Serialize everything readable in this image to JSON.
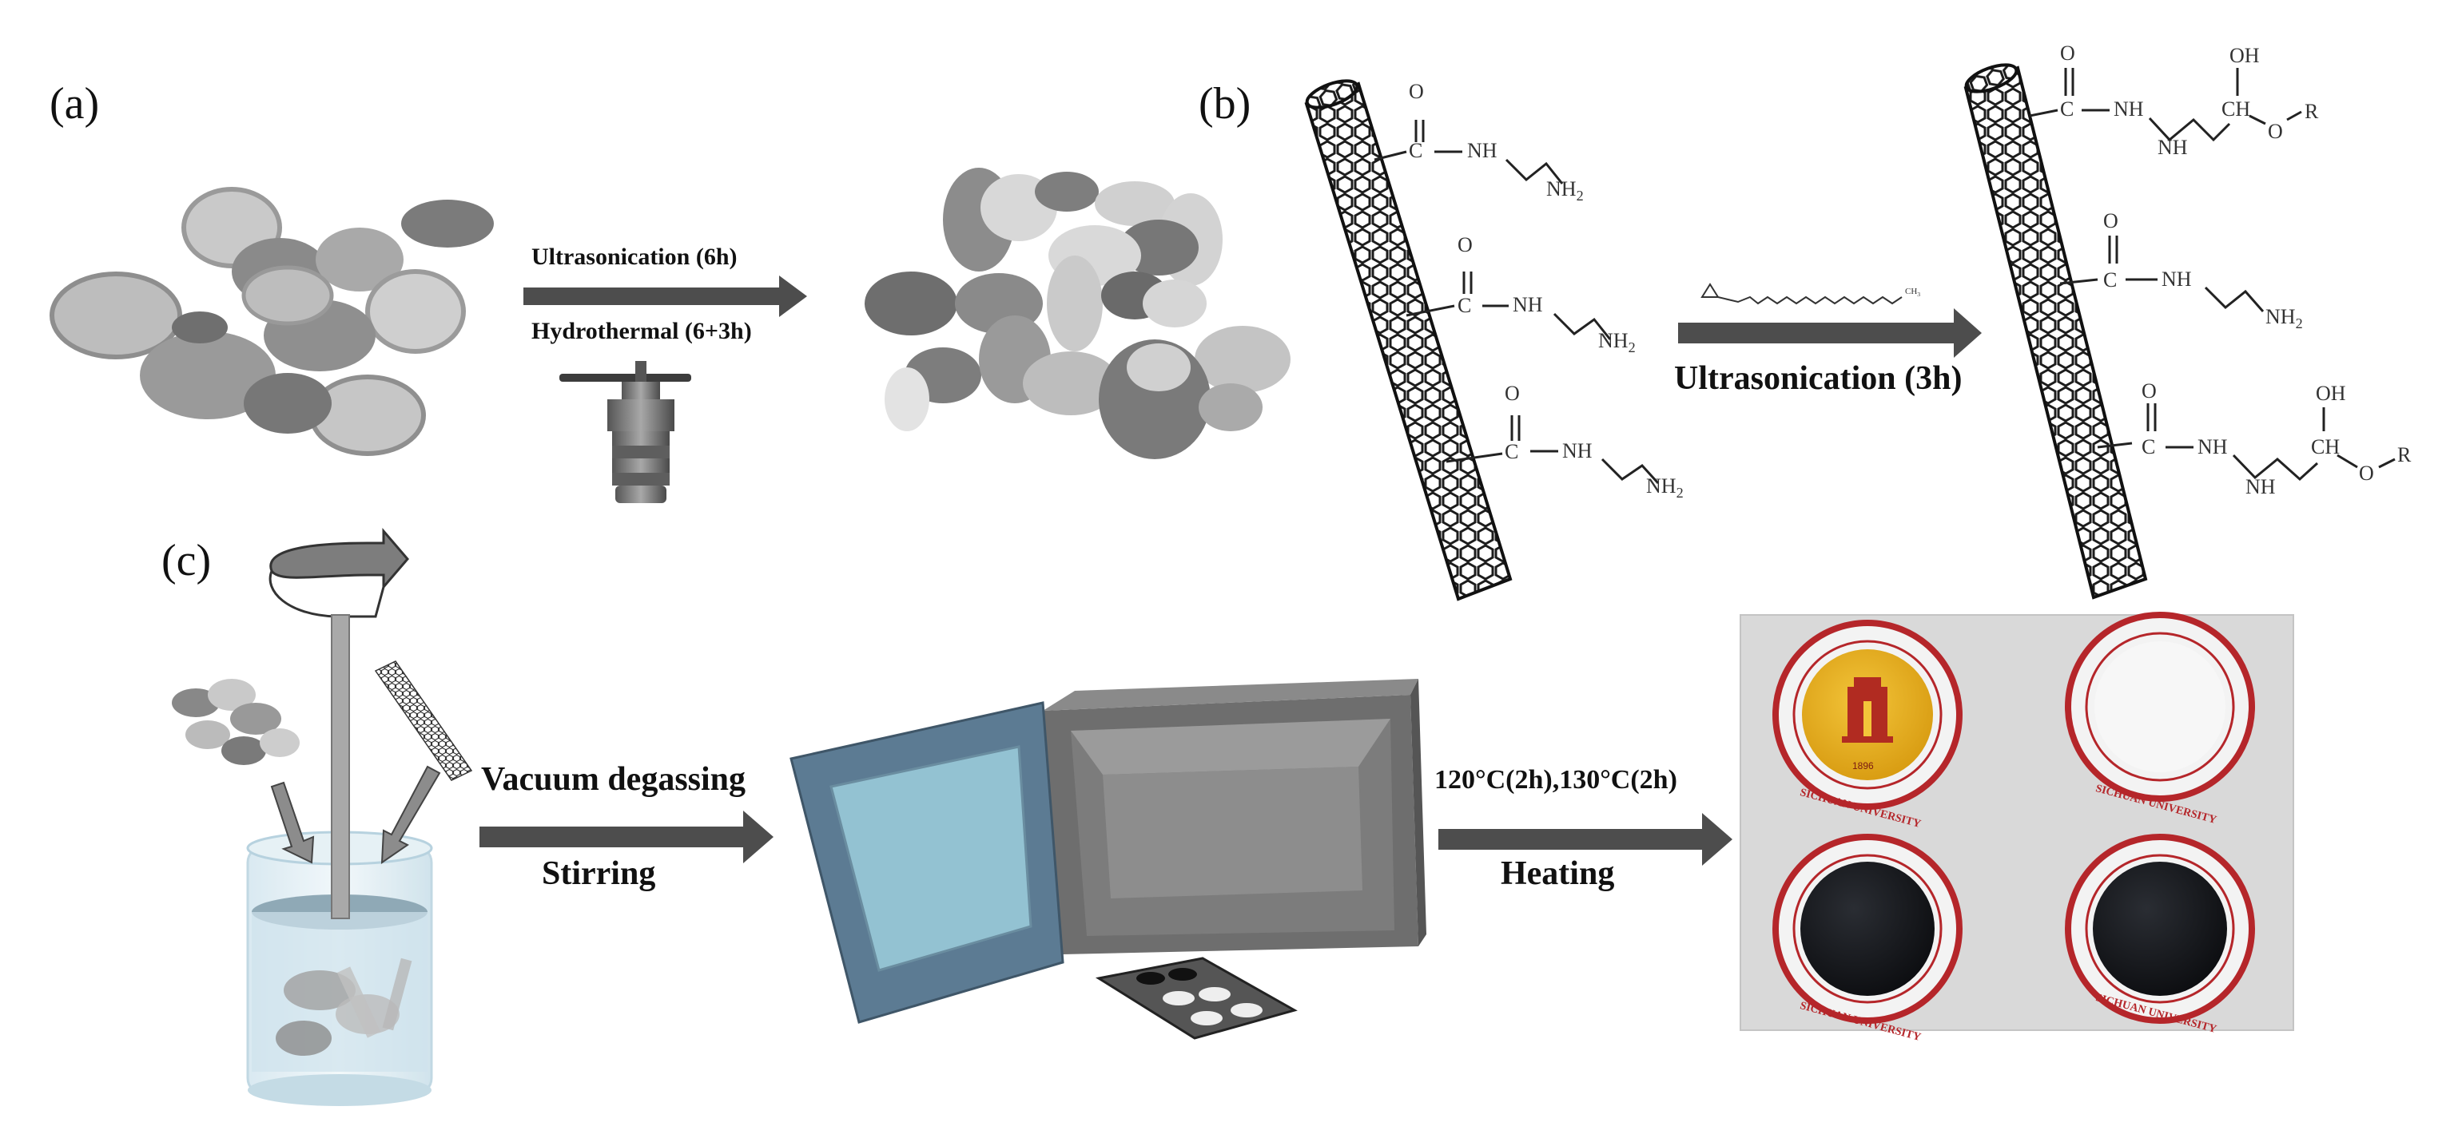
{
  "panels": {
    "a": {
      "letter": "(a)",
      "step_top": "Ultrasonication (6h)",
      "step_bottom": "Hydrothermal (6+3h)"
    },
    "b": {
      "letter": "(b)",
      "reagent_abbrev": "CH3",
      "step": "Ultrasonication (3h)",
      "chem": {
        "O": "O",
        "C": "C",
        "NH": "NH",
        "NH2": "NH2",
        "OH": "OH",
        "CH": "CH",
        "R": "R"
      }
    },
    "c": {
      "letter": "(c)",
      "step1_top": "Vacuum degassing",
      "step1_bottom": "Stirring",
      "step2_top": "120°C(2h),130°C(2h)",
      "step2_bottom": "Heating"
    }
  },
  "photo": {
    "seal_text": "SICHUAN UNIVERSITY",
    "seal_year": "1896"
  },
  "colors": {
    "arrow": "#4d4d4d",
    "flake_dark": "#7a7a7a",
    "flake_light": "#c8c8c8",
    "oven_body": "#6d6d6d",
    "oven_door": "#5c7b93",
    "seal_red": "#b5262a",
    "seal_gold": "#e8b21a",
    "photo_bg": "#dcdcdc"
  }
}
